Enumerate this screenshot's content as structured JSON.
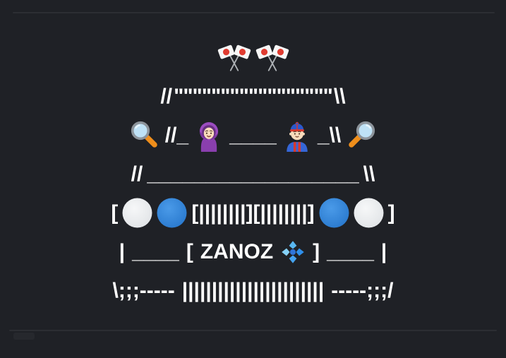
{
  "theme": {
    "background": "#1f2126",
    "art_color": "#ffffff",
    "divider_color": "#2c2e33",
    "accents": {
      "flag_red": "#e03c31",
      "magnifier_handle_orange": "#ef8e1b",
      "lens_blue": "#bfe2f6",
      "hijab_purple": "#8a3fae",
      "cap_blue": "#2b58cc",
      "cap_red": "#d8392e",
      "skin_tone": "#f9dcbc",
      "blue_circle": "#2e86d8",
      "white_circle": "#eceef0",
      "diamond_blue": "#45a3ef"
    }
  },
  "ascii_car": {
    "flags": {
      "icons": [
        "crossed-flags",
        "crossed-flags"
      ]
    },
    "roof": {
      "left": "//",
      "ticks": "\"\"\"\"\"\"\"\"\"\"\"\"\"\"\"\"\"",
      "right": "\\\\"
    },
    "windshield": {
      "left_icon": "magnifying-glass-tilted-left",
      "left_frame": "//_",
      "driver_icon": "woman-with-headscarf",
      "mid_line": "____",
      "passenger_icon": "man-with-chinese-cap",
      "right_frame": "_\\\\",
      "right_icon": "magnifying-glass-tilted-right"
    },
    "hood": {
      "left": "//",
      "line": "__________________",
      "right": "\\\\"
    },
    "grille": {
      "open_bracket": "[",
      "left_lights": [
        "white-circle",
        "blue-circle"
      ],
      "vents": "[||||||||][||||||||]",
      "right_lights": [
        "blue-circle",
        "white-circle"
      ],
      "close_bracket": "]"
    },
    "bumper": {
      "left_edge": "|",
      "left_line": "____",
      "plate_open": "[",
      "plate_text": "ZANOZ",
      "plate_icon": "diamond-with-a-dot",
      "plate_close": "]",
      "right_line": "____",
      "right_edge": "|"
    },
    "skirt": {
      "left": "\\;;;-----",
      "vents": "||||||||||||||||||||||||",
      "right": "-----;;;/"
    }
  }
}
